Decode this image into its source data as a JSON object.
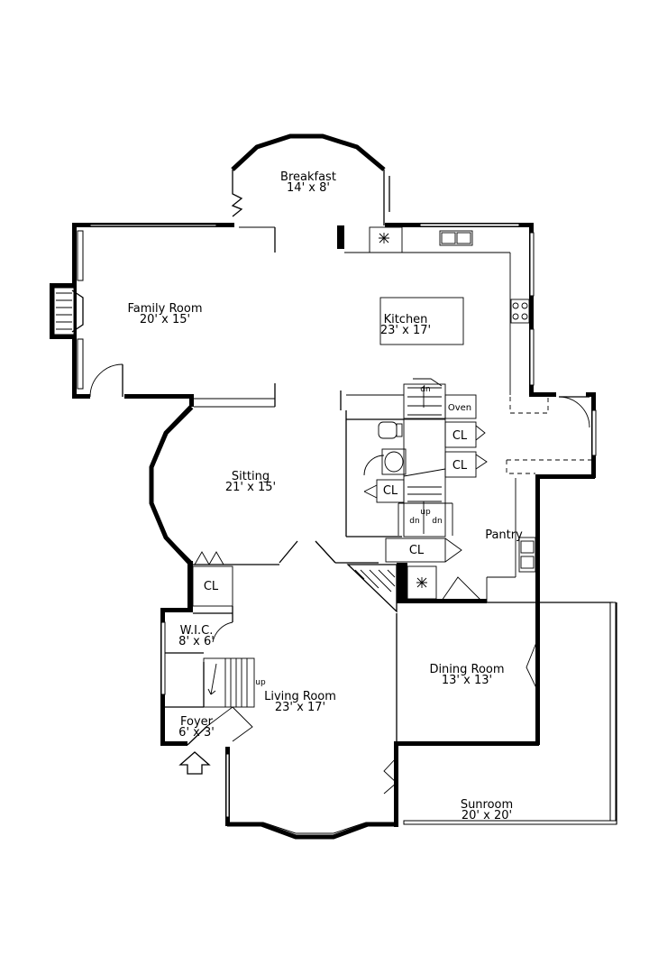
{
  "rooms": [
    {
      "name": "Breakfast",
      "size": "14' x 8'"
    },
    {
      "name": "Family Room",
      "size": "20' x 15'"
    },
    {
      "name": "Kitchen",
      "size": "23' x 17'"
    },
    {
      "name": "Sitting",
      "size": "21' x 15'"
    },
    {
      "name": "W.I.C.",
      "size": "8' x 6'"
    },
    {
      "name": "Living Room",
      "size": "23' x 17'"
    },
    {
      "name": "Foyer",
      "size": "6' x 3'"
    },
    {
      "name": "Dining Room",
      "size": "13' x 13'"
    },
    {
      "name": "Sunroom",
      "size": "20' x 20'"
    }
  ],
  "labels": {
    "pantry": "Pantry",
    "oven": "Oven",
    "closet": "CL",
    "up": "up",
    "dn": "dn"
  }
}
